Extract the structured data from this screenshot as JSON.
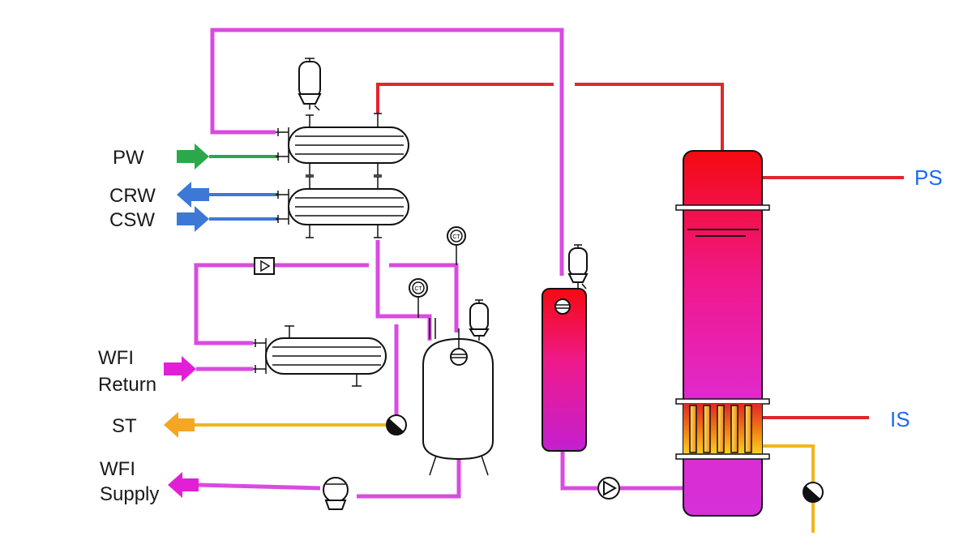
{
  "labels": {
    "pw": "PW",
    "crw": "CRW",
    "csw": "CSW",
    "wfi_return_1": "WFI",
    "wfi_return_2": "Return",
    "st": "ST",
    "wfi_supply_1": "WFI",
    "wfi_supply_2": "Supply",
    "ps": "PS",
    "is": "IS",
    "ct1": "CT",
    "ct2": "CT"
  },
  "colors": {
    "pink_pipe": "#d94be0",
    "red_pipe": "#e3262a",
    "yellow_pipe": "#f2b51c",
    "green_arrow": "#2aa84a",
    "blue_arrow": "#3d78d6",
    "magenta_arrow": "#e21fd6",
    "orange_arrow": "#f5a623",
    "label_blue": "#1a6bf0"
  },
  "icons": {
    "inlet_arrow": "arrow-right-icon",
    "outlet_arrow": "arrow-left-icon",
    "pump": "pump-icon",
    "valve": "check-valve-icon",
    "filter": "vent-filter-icon",
    "gauge": "gauge-icon"
  }
}
